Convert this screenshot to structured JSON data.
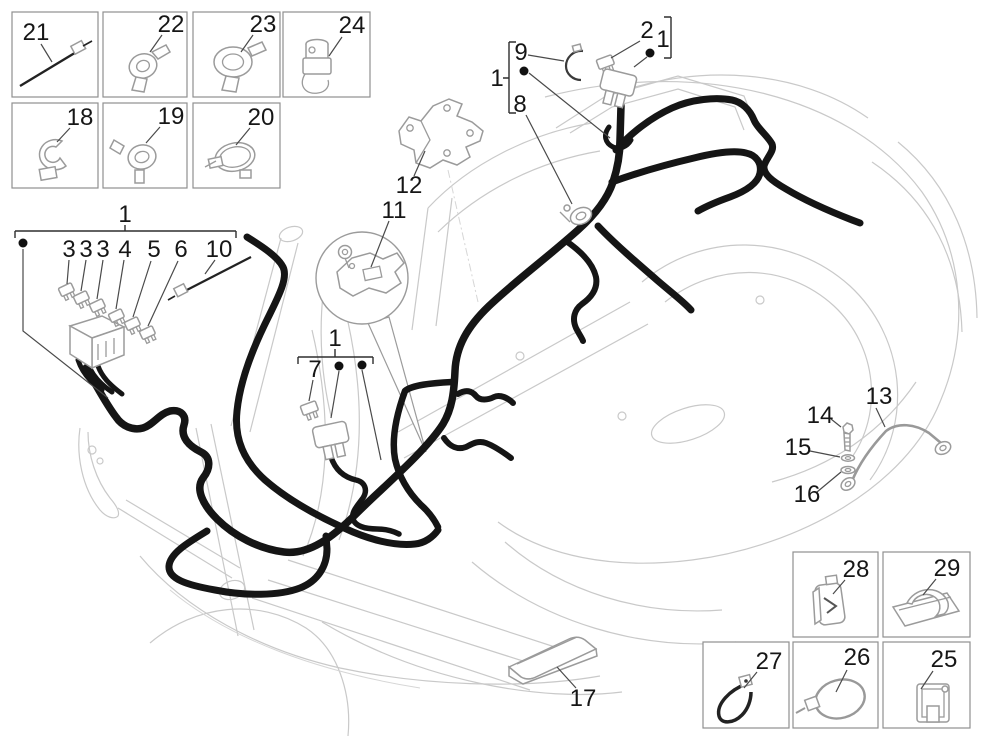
{
  "colors": {
    "background": "#ffffff",
    "harness": "#151515",
    "scooter_outline": "#c9c9c9",
    "part_outline": "#9b9b9b",
    "leader_line": "#4a4a4a",
    "label_text": "#161616",
    "box_border": "#8f8f8f"
  },
  "callouts": {
    "c21": "21",
    "c22": "22",
    "c23": "23",
    "c24": "24",
    "c18": "18",
    "c19": "19",
    "c20": "20",
    "c12": "12",
    "c1_left": "1",
    "c3a": "3",
    "c3b": "3",
    "c3c": "3",
    "c4": "4",
    "c5": "5",
    "c6": "6",
    "c10": "10",
    "c11": "11",
    "c1_mid": "1",
    "c7": "7",
    "c1_top": "1",
    "c9": "9",
    "c8": "8",
    "c2": "2",
    "c1_top_right": "1",
    "c13": "13",
    "c14": "14",
    "c15": "15",
    "c16": "16",
    "c17": "17",
    "c28": "28",
    "c29": "29",
    "c27": "27",
    "c26": "26",
    "c25": "25"
  },
  "legend_boxes": {
    "top_left_row1": [
      "21",
      "22",
      "23",
      "24"
    ],
    "top_left_row2": [
      "18",
      "19",
      "20"
    ],
    "bottom_right_row1": [
      "28",
      "29"
    ],
    "bottom_right_row2": [
      "27",
      "26",
      "25"
    ]
  },
  "part_icons": [
    {
      "callout": "21",
      "icon": "cable-tie"
    },
    {
      "callout": "22",
      "icon": "wiring-clamp"
    },
    {
      "callout": "23",
      "icon": "ring-clamp"
    },
    {
      "callout": "24",
      "icon": "valve-clamp"
    },
    {
      "callout": "18",
      "icon": "c-clamp"
    },
    {
      "callout": "19",
      "icon": "clip-clamp"
    },
    {
      "callout": "20",
      "icon": "band-clamp"
    },
    {
      "callout": "12",
      "icon": "support-bracket"
    },
    {
      "callout": "11",
      "icon": "terminal-bracket-plate"
    },
    {
      "callout": "10",
      "icon": "cable-tie"
    },
    {
      "callout": "9",
      "icon": "circlip"
    },
    {
      "callout": "8",
      "icon": "hose-clamp"
    },
    {
      "callout": "7",
      "icon": "blade-fuse"
    },
    {
      "callout": "3",
      "icon": "blade-fuse"
    },
    {
      "callout": "4",
      "icon": "blade-fuse"
    },
    {
      "callout": "5",
      "icon": "blade-fuse"
    },
    {
      "callout": "6",
      "icon": "blade-fuse"
    },
    {
      "callout": "2",
      "icon": "blade-fuse"
    },
    {
      "callout": "1",
      "icon": "wiring-harness"
    },
    {
      "callout": "13",
      "icon": "ground-cable"
    },
    {
      "callout": "14",
      "icon": "bolt"
    },
    {
      "callout": "15",
      "icon": "washer"
    },
    {
      "callout": "16",
      "icon": "washer"
    },
    {
      "callout": "17",
      "icon": "rubber-pad"
    },
    {
      "callout": "28",
      "icon": "harness-clip"
    },
    {
      "callout": "29",
      "icon": "adhesive-cable-clamp"
    },
    {
      "callout": "27",
      "icon": "tie-loop"
    },
    {
      "callout": "26",
      "icon": "cable-ring-tie"
    },
    {
      "callout": "25",
      "icon": "square-clip"
    }
  ]
}
